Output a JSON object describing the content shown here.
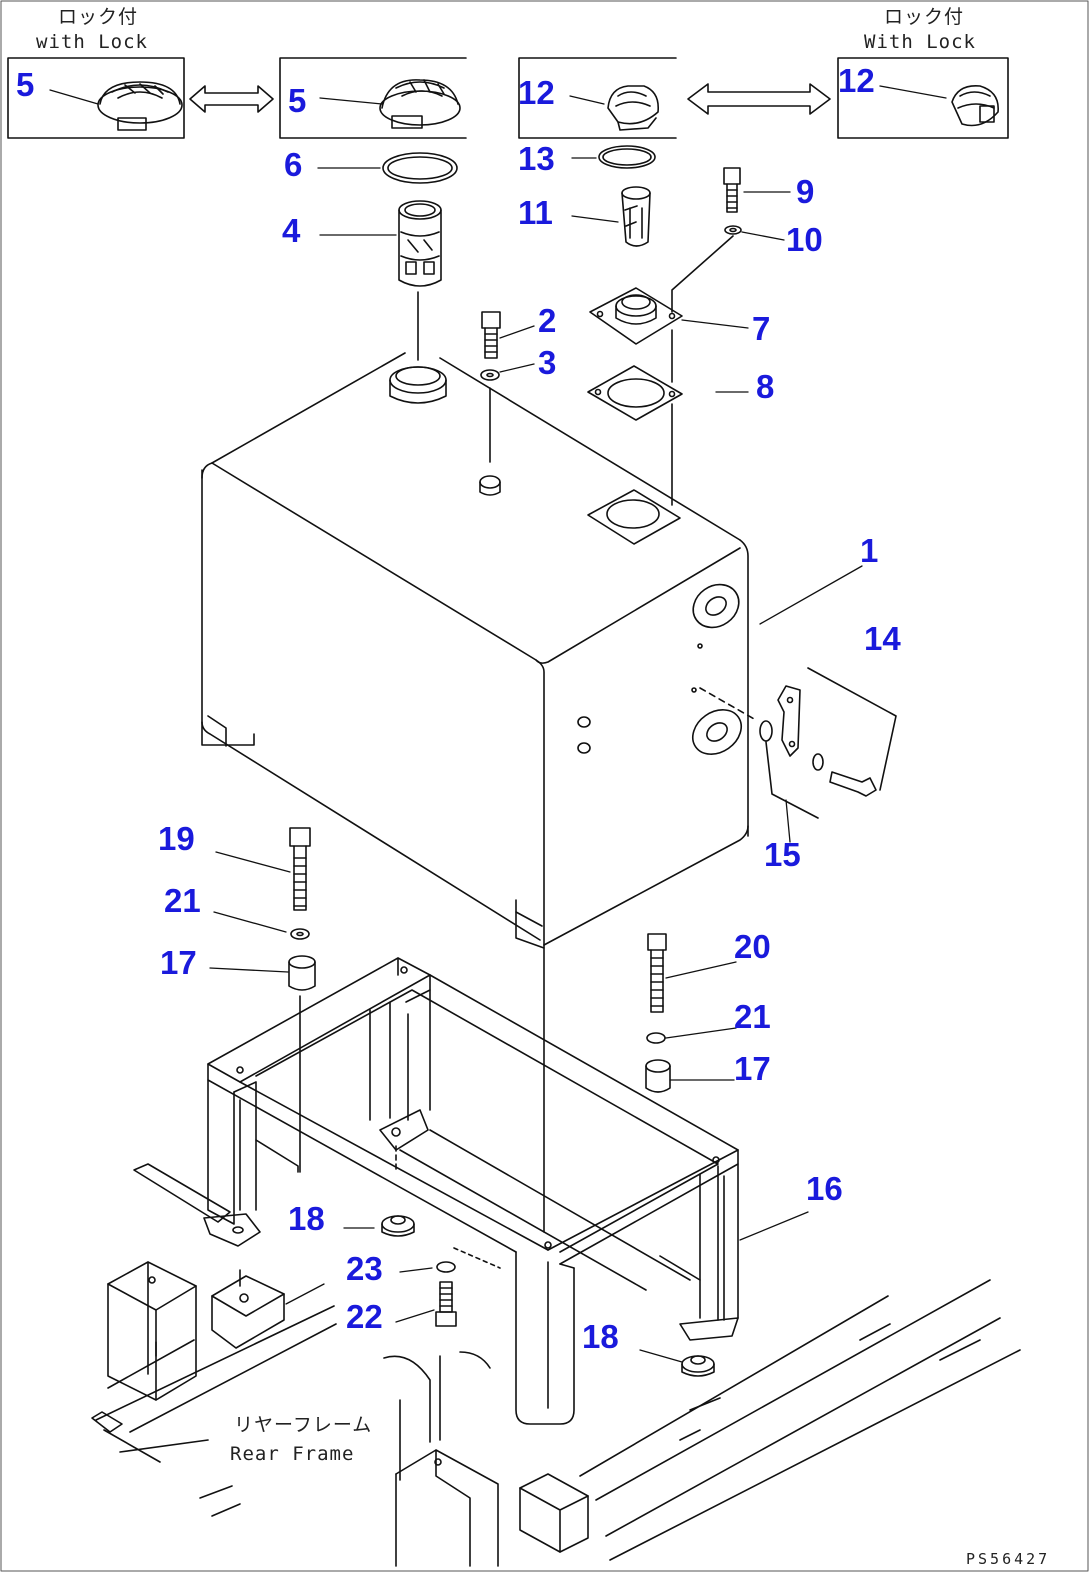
{
  "notes": {
    "with_lock_left_jp": "ロック付",
    "with_lock_left_en": "with Lock",
    "with_lock_right_jp": "ロック付",
    "with_lock_right_en": "With Lock",
    "rear_frame_jp": "リヤーフレーム",
    "rear_frame_en": "Rear Frame"
  },
  "drawing_code": "PS56427",
  "callouts": {
    "c1": "1",
    "c2": "2",
    "c3": "3",
    "c4": "4",
    "c5a": "5",
    "c5b": "5",
    "c6": "6",
    "c7": "7",
    "c8": "8",
    "c9": "9",
    "c10": "10",
    "c11": "11",
    "c12a": "12",
    "c12b": "12",
    "c13": "13",
    "c14": "14",
    "c15": "15",
    "c16": "16",
    "c17a": "17",
    "c17b": "17",
    "c18a": "18",
    "c18b": "18",
    "c19": "19",
    "c20": "20",
    "c21a": "21",
    "c21b": "21",
    "c22": "22",
    "c23": "23"
  },
  "colors": {
    "callout": "#1a1adc",
    "line": "#111111",
    "background": "#ffffff"
  }
}
